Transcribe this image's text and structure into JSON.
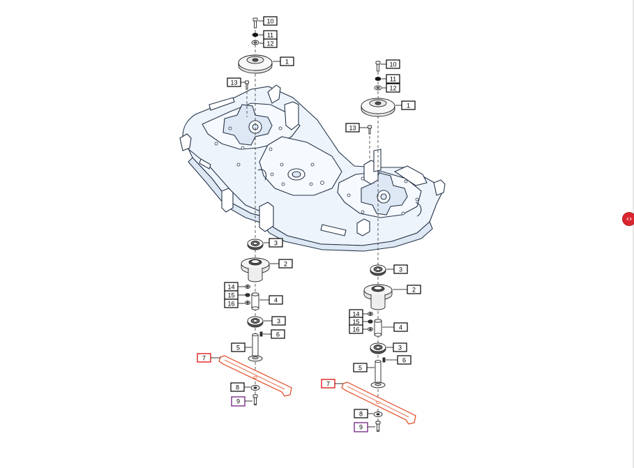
{
  "colors": {
    "deck_fill": "#eef4fb",
    "deck_stroke": "#24344a",
    "blade": "#e0461f",
    "blade_fill": "#ffffff",
    "callout_default": "#000000",
    "callout_red": "#e0201c",
    "callout_purple": "#7a2f8a",
    "nav_button": "#d9262f"
  },
  "icons": {
    "nav": "chevron-left-right-icon"
  },
  "callouts": [
    {
      "id": "L10",
      "label": "10",
      "color": "default"
    },
    {
      "id": "L11",
      "label": "11",
      "color": "default"
    },
    {
      "id": "L12",
      "label": "12",
      "color": "default"
    },
    {
      "id": "L1",
      "label": "1",
      "color": "default"
    },
    {
      "id": "L13",
      "label": "13",
      "color": "default"
    },
    {
      "id": "L3a",
      "label": "3",
      "color": "default"
    },
    {
      "id": "L2",
      "label": "2",
      "color": "default"
    },
    {
      "id": "L14",
      "label": "14",
      "color": "default"
    },
    {
      "id": "L15",
      "label": "15",
      "color": "default"
    },
    {
      "id": "L16",
      "label": "16",
      "color": "default"
    },
    {
      "id": "L4",
      "label": "4",
      "color": "default"
    },
    {
      "id": "L3b",
      "label": "3",
      "color": "default"
    },
    {
      "id": "L6",
      "label": "6",
      "color": "default"
    },
    {
      "id": "L5",
      "label": "5",
      "color": "default"
    },
    {
      "id": "L7",
      "label": "7",
      "color": "red"
    },
    {
      "id": "L8",
      "label": "8",
      "color": "default"
    },
    {
      "id": "L9",
      "label": "9",
      "color": "purple"
    },
    {
      "id": "R10",
      "label": "10",
      "color": "default"
    },
    {
      "id": "R11",
      "label": "11",
      "color": "default"
    },
    {
      "id": "R12",
      "label": "12",
      "color": "default"
    },
    {
      "id": "R1",
      "label": "1",
      "color": "default"
    },
    {
      "id": "R13",
      "label": "13",
      "color": "default"
    },
    {
      "id": "R3a",
      "label": "3",
      "color": "default"
    },
    {
      "id": "R2",
      "label": "2",
      "color": "default"
    },
    {
      "id": "R14",
      "label": "14",
      "color": "default"
    },
    {
      "id": "R15",
      "label": "15",
      "color": "default"
    },
    {
      "id": "R16",
      "label": "16",
      "color": "default"
    },
    {
      "id": "R4",
      "label": "4",
      "color": "default"
    },
    {
      "id": "R3b",
      "label": "3",
      "color": "default"
    },
    {
      "id": "R6",
      "label": "6",
      "color": "default"
    },
    {
      "id": "R5",
      "label": "5",
      "color": "default"
    },
    {
      "id": "R7",
      "label": "7",
      "color": "red"
    },
    {
      "id": "R8",
      "label": "8",
      "color": "default"
    },
    {
      "id": "R9",
      "label": "9",
      "color": "purple"
    }
  ]
}
